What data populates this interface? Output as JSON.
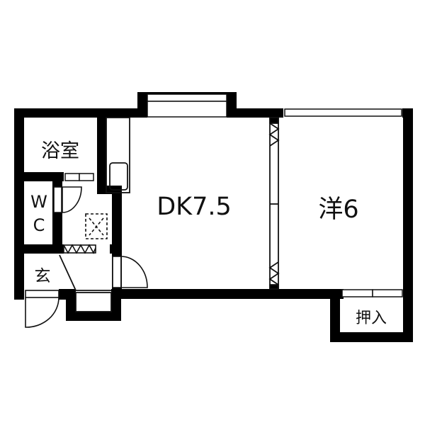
{
  "floorplan": {
    "colors": {
      "wall": "#000000",
      "background": "#ffffff",
      "line": "#111111"
    },
    "rooms": {
      "bath": {
        "label": "浴室"
      },
      "wc": {
        "label_line1": "W",
        "label_line2": "C"
      },
      "entrance": {
        "label": "玄"
      },
      "dk": {
        "label": "DK7.5"
      },
      "western": {
        "label": "洋6"
      },
      "closet": {
        "label": "押入"
      }
    }
  }
}
